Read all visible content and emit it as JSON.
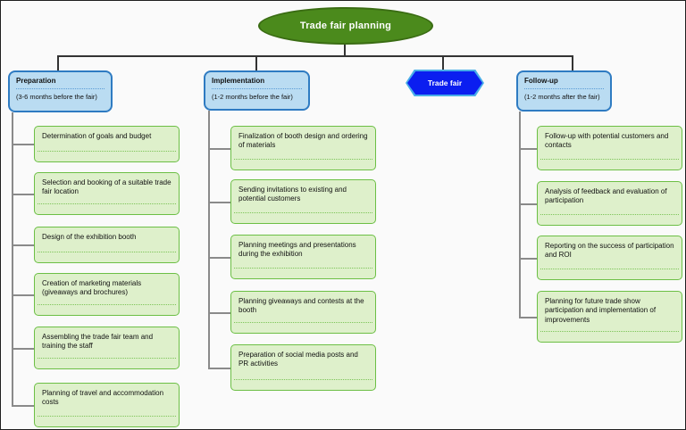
{
  "page": {
    "title": "Trade fair planning"
  },
  "colors": {
    "background": "#fafafa",
    "root_fill": "#4b8a1c",
    "root_border": "#3a6c13",
    "category_fill": "#badcf2",
    "category_border": "#2e7bc2",
    "trade_fair_fill": "#0b1ef0",
    "trade_fair_halo": "#49aee8",
    "task_fill": "#def0cb",
    "task_border": "#6cbf45",
    "top_connector": "#333333",
    "branch_connector": "#8a8a8a"
  },
  "branches": [
    {
      "title": "Preparation",
      "subtitle": "(3-6 months before the fair)",
      "items": [
        "Determination of goals and budget",
        "Selection and booking of a suitable trade fair location",
        "Design of the exhibition booth",
        "Creation of marketing materials (giveaways and brochures)",
        "Assembling the trade fair team and training the staff",
        "Planning of travel and accommodation costs"
      ]
    },
    {
      "title": "Implementation",
      "subtitle": "(1-2 months before the fair)",
      "items": [
        "Finalization of booth design and ordering of materials",
        "Sending invitations to existing and potential customers",
        "Planning meetings and presentations during the exhibition",
        "Planning giveaways and contests at the booth",
        "Preparation of social media posts and PR activities"
      ]
    },
    {
      "title": "Trade fair",
      "subtitle": "",
      "items": []
    },
    {
      "title": "Follow-up",
      "subtitle": "(1-2 months after the fair)",
      "items": [
        "Follow-up with potential customers and contacts",
        "Analysis of feedback and evaluation of participation",
        "Reporting on the success of participation and ROI",
        "Planning for future trade show participation and implementation of improvements"
      ]
    }
  ]
}
